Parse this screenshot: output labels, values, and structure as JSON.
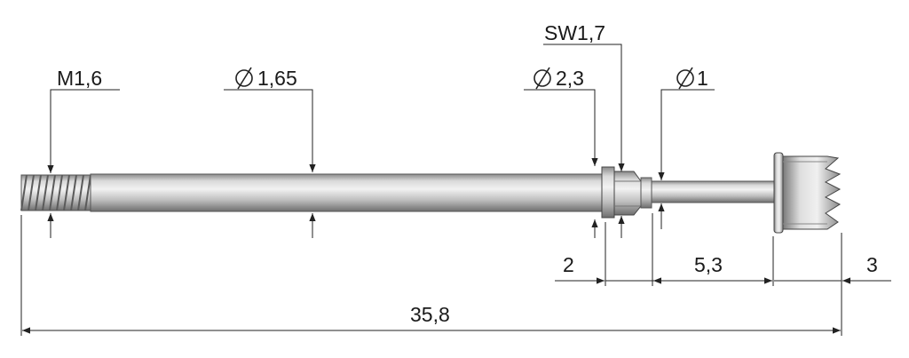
{
  "labels": {
    "thread": "M1,6",
    "shaft_diameter": "1,65",
    "collar_diameter": "2,3",
    "wrench_size": "SW1,7",
    "tip_diameter": "1",
    "dim_collar_to_hex": "2",
    "dim_pin_length": "5,3",
    "dim_crown_length": "3",
    "dim_total_length": "35,8"
  },
  "symbols": {
    "diameter": "diameter-symbol"
  },
  "colors": {
    "line": "#222222",
    "metal_light": "#e8e8e8",
    "metal_mid": "#bdbdbd",
    "metal_dark": "#6e6e6e"
  }
}
